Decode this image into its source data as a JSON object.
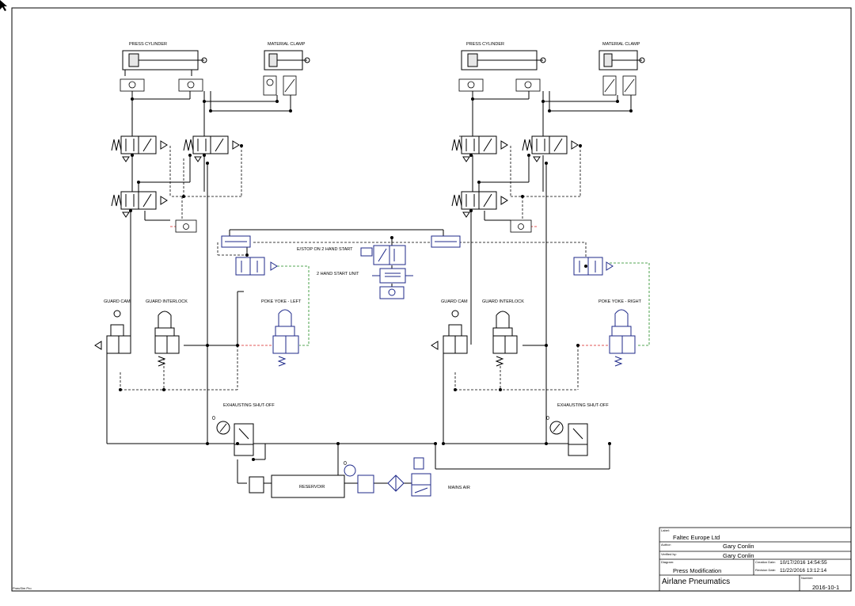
{
  "labels": {
    "press_cylinder_left": "PRESS CYLINDER",
    "material_clamp_left": "MATERIAL CLAMP",
    "press_cylinder_right": "PRESS CYLINDER",
    "material_clamp_right": "MATERIAL CLAMP",
    "estop": "E/STOP ON 2 HAND START",
    "two_hand_start": "2 HAND START UNIT",
    "guard_cam_left": "GUARD CAM",
    "guard_interlock_left": "GUARD INTERLOCK",
    "poke_yoke_left": "POKE YOKE - LEFT",
    "guard_cam_right": "GUARD CAM",
    "guard_interlock_right": "GUARD INTERLOCK",
    "poke_yoke_right": "POKE YOKE - RIGHT",
    "exhausting_left": "EXHAUSTING SHUT-OFF",
    "exhausting_right": "EXHAUSTING SHUT-OFF",
    "reservoir": "RESERVOIR",
    "mains_air": "MAINS AIR",
    "gauge_zero_1": "0",
    "gauge_zero_2": "0",
    "gauge_zero_3": "0",
    "footer_mark": "PneuSim Pro"
  },
  "title_block": {
    "label_caption": "Label:",
    "company": "Faltec Europe Ltd",
    "author_caption": "Author:",
    "author": "Gary Conlin",
    "verified_caption": "Verified by:",
    "verified": "Gary Conlin",
    "diagram_caption": "Diagram:",
    "diagram": "Press Modification",
    "creation_caption": "Creation Date:",
    "creation_date": "10/17/2016 14:54:55",
    "revision_caption": "Revision Date:",
    "revision_date": "11/22/2016 13:12:14",
    "project": "Airlane Pneumatics",
    "number_caption": "Number:",
    "number": "2016-10-1"
  },
  "colors": {
    "line": "#000000",
    "component": "#1f2a8a",
    "signal_red": "#d62020",
    "signal_green": "#1f8a1f"
  }
}
